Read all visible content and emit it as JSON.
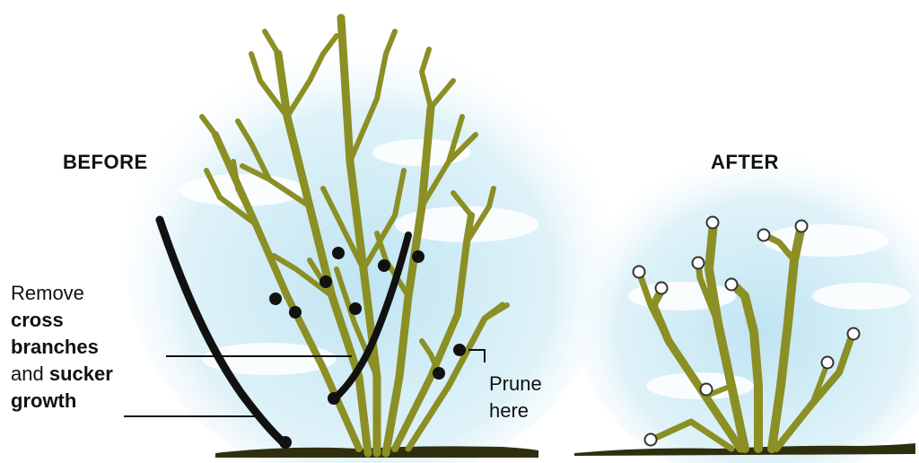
{
  "before": {
    "title": "BEFORE"
  },
  "after": {
    "title": "AFTER"
  },
  "remove_note": {
    "line1": "Remove",
    "line2": "cross",
    "line3": "branches",
    "line4_prefix": "and ",
    "line4_bold": "sucker",
    "line5": "growth"
  },
  "prune_note": {
    "line1": "Prune",
    "line2": "here"
  },
  "colors": {
    "branch": "#8b8f24",
    "cut_branch": "#111111",
    "prune_mark": "#111111",
    "cut_mark": "#ffffff",
    "sky": "#c8e8f3",
    "cloud": "#ffffff",
    "ground": "#2f2f10"
  }
}
